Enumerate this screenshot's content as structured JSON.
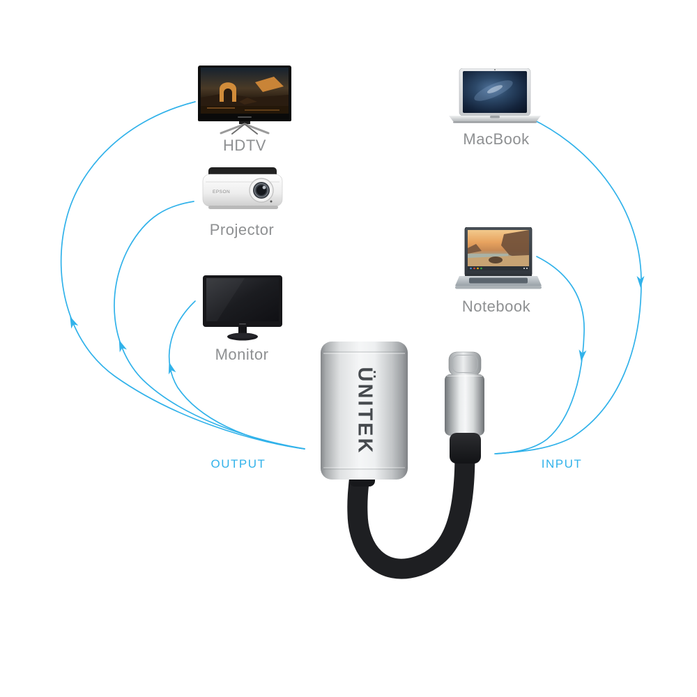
{
  "colors": {
    "accent_blue": "#31b2ea",
    "label_gray": "#8e9092",
    "cable_black": "#1e1f22"
  },
  "adapter": {
    "brand": "ÜNITEK"
  },
  "flow_labels": {
    "output": "OUTPUT",
    "input": "INPUT"
  },
  "output_devices": [
    {
      "id": "hdtv",
      "label": "HDTV"
    },
    {
      "id": "projector",
      "label": "Projector",
      "brand": "EPSON"
    },
    {
      "id": "monitor",
      "label": "Monitor"
    }
  ],
  "input_devices": [
    {
      "id": "macbook",
      "label": "MacBook"
    },
    {
      "id": "notebook",
      "label": "Notebook"
    }
  ]
}
